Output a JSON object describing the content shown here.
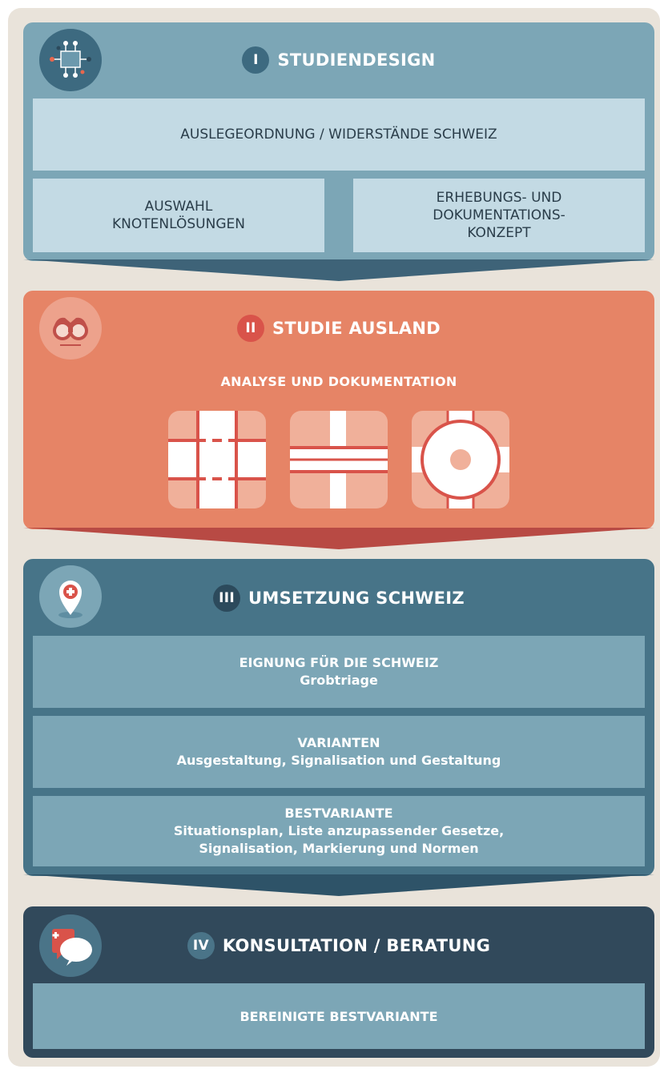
{
  "stages": [
    {
      "numeral": "I",
      "title": "STUDIENDESIGN",
      "boxes": [
        "AUSLEGEORDNUNG / WIDERSTÄNDE SCHWEIZ",
        "AUSWAHL\nKNOTENLÖSUNGEN",
        "ERHEBUNGS- UND\nDOKUMENTATIONS-\nKONZEPT"
      ]
    },
    {
      "numeral": "II",
      "title": "STUDIE AUSLAND",
      "subtitle": "ANALYSE UND DOKUMENTATION"
    },
    {
      "numeral": "III",
      "title": "UMSETZUNG SCHWEIZ",
      "boxes": [
        {
          "heading": "EIGNUNG FÜR DIE SCHWEIZ",
          "text": "Grobtriage"
        },
        {
          "heading": "VARIANTEN",
          "text": "Ausgestaltung, Signalisation und Gestaltung"
        },
        {
          "heading": "BESTVARIANTE",
          "text": "Situationsplan, Liste anzupassender Gesetze,\nSignalisation, Markierung und Normen"
        }
      ]
    },
    {
      "numeral": "IV",
      "title": "KONSULTATION / BERATUNG",
      "boxes": [
        "BEREINIGTE BESTVARIANTE"
      ]
    }
  ],
  "colors": {
    "stage1": "#7ca6b6",
    "stage2": "#e68466",
    "stage3": "#477488",
    "stage4": "#31495b",
    "background": "#e9e3da"
  },
  "icons": [
    "circuit-icon",
    "binoculars-icon",
    "location-pin-icon",
    "chat-bubbles-icon",
    "crossroad-icon",
    "t-junction-icon",
    "roundabout-icon"
  ]
}
